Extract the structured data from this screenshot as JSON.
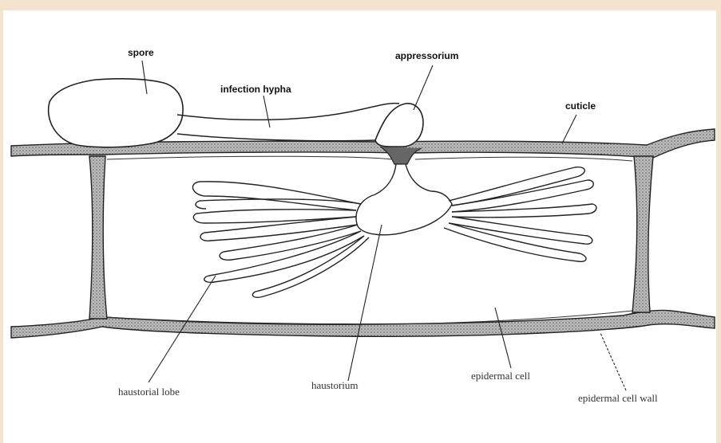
{
  "diagram": {
    "background_color": "#f3e3cf",
    "labels": {
      "spore": "spore",
      "infection_hypha": "infection hypha",
      "appressorium": "appressorium",
      "cuticle": "cuticle",
      "haustorial_lobe": "haustorial lobe",
      "haustorium": "haustorium",
      "epidermal_cell": "epidermal cell",
      "epidermal_cell_wall": "epidermal cell wall"
    }
  }
}
